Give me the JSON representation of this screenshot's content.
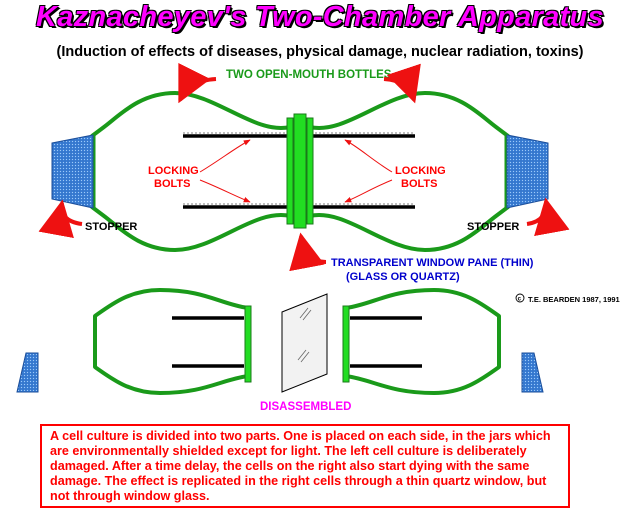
{
  "title": "Kaznacheyev's Two-Chamber Apparatus",
  "subtitle": "(Induction of effects of diseases, physical damage, nuclear radiation, toxins)",
  "labels": {
    "bottles": "TWO OPEN-MOUTH BOTTLES",
    "locking_left_1": "LOCKING",
    "locking_left_2": "BOLTS",
    "locking_right_1": "LOCKING",
    "locking_right_2": "BOLTS",
    "stopper_left": "STOPPER",
    "stopper_right": "STOPPER",
    "window_1": "TRANSPARENT WINDOW PANE (THIN)",
    "window_2": "(GLASS OR QUARTZ)",
    "disassembled": "DISASSEMBLED",
    "copyright": "T.E. BEARDEN  1987, 1991"
  },
  "icons": {
    "copyright": "copyright-icon",
    "pointer": "curved-arrow-icon"
  },
  "caption": "A cell culture is divided into two parts.  One is placed on each side, in the jars which are environmentally shielded except for light. The left cell culture is deliberately damaged.  After a time delay, the cells on the right also start dying with the same damage.  The effect is replicated in the right cells through a thin quartz window, but not through window glass.",
  "colors": {
    "title": "#ff00ff",
    "bottle": "#1a9a1a",
    "bottle_label": "#1a9a1a",
    "window_fill": "#22dd22",
    "stopper": "#3a7fd6",
    "arrow": "#ee1111",
    "callout": "#ff0000",
    "window_label": "#0000cc",
    "disassembled": "#ff00ff"
  }
}
